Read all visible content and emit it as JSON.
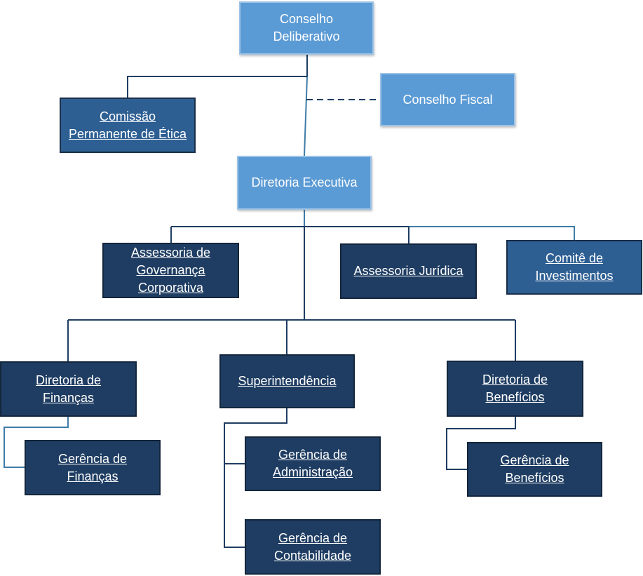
{
  "org": {
    "conselho_deliberativo": "Conselho Deliberativo",
    "conselho_fiscal": "Conselho Fiscal",
    "comissao_etica": "Comissão Permanente de Ética",
    "diretoria_executiva": "Diretoria Executiva",
    "assessoria_governanca": "Assessoria de Governança Corporativa",
    "assessoria_juridica": "Assessoria Jurídica",
    "comite_investimentos": "Comitê de Investimentos",
    "diretoria_financas": "Diretoria de Finanças",
    "superintendencia": "Superintendência",
    "diretoria_beneficios": "Diretoria de Benefícios",
    "gerencia_financas": "Gerência de Finanças",
    "gerencia_administracao": "Gerência de Administração",
    "gerencia_contabilidade": "Gerência de Contabilidade",
    "gerencia_beneficios": "Gerência de Benefícios"
  },
  "colors": {
    "light_box": "#5b9bd5",
    "mid_box": "#2e5f93",
    "dark_box": "#1f3d62",
    "connector": "#1f3d62",
    "connector_light": "#3f7ca8"
  }
}
